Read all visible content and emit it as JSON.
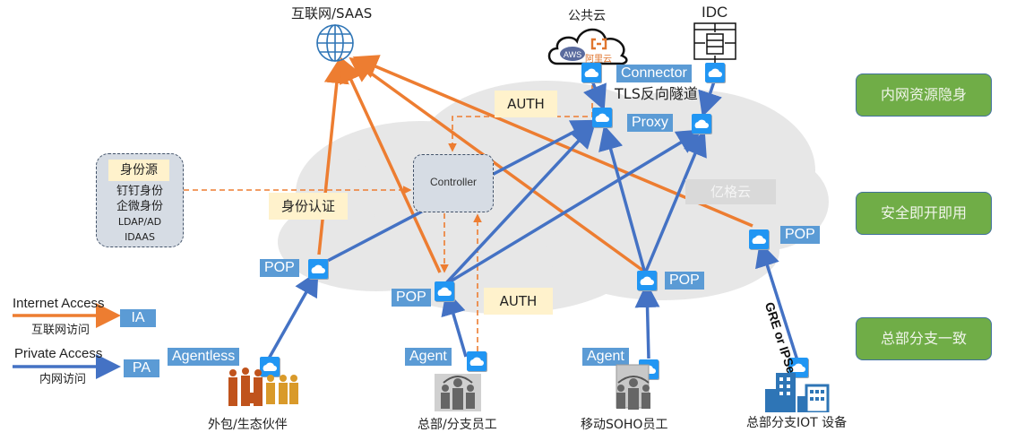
{
  "title": "SASE / ZTNA 网络架构图",
  "colors": {
    "internet_access": "#ed7d31",
    "private_access": "#4472c4",
    "label_blue": "#5b9bd5",
    "label_cream": "#fff2cc",
    "feature_green": "#70ad47",
    "cloud_gray": "#e7e7e7",
    "node_blue": "#2196f3"
  },
  "top": {
    "internet": {
      "label": "互联网/SAAS",
      "icon": "globe-icon"
    },
    "public_cloud": {
      "label": "公共云",
      "icon": "cloud-provider-icon",
      "aws": "AWS",
      "aliyun": "阿里云"
    },
    "idc": {
      "label": "IDC",
      "icon": "datacenter-icon"
    }
  },
  "connector": {
    "label": "Connector",
    "tunnel": "TLS反向隧道"
  },
  "proxy": {
    "label": "Proxy"
  },
  "auth_top": "AUTH",
  "auth_bottom": "AUTH",
  "identity_source": {
    "title": "身份源",
    "items": [
      "钉钉身份",
      "企微身份",
      "LDAP/AD",
      "IDAAS"
    ]
  },
  "identity_auth": "身份认证",
  "controller": "Controller",
  "cloud_name": "亿格云",
  "pops": [
    "POP",
    "POP",
    "POP",
    "POP"
  ],
  "tunnel_label": "GRE or IPSec",
  "legend": {
    "internet": {
      "title": "Internet Access",
      "subtitle": "互联网访问",
      "badge": "IA"
    },
    "private": {
      "title": "Private Access",
      "subtitle": "内网访问",
      "badge": "PA"
    }
  },
  "clients": [
    {
      "label": "外包/生态伙伴",
      "tag": "Agentless",
      "icon": "partners-icon"
    },
    {
      "label": "总部/分支员工",
      "tag": "Agent",
      "icon": "office-staff-icon"
    },
    {
      "label": "移动SOHO员工",
      "tag": "Agent",
      "icon": "soho-staff-icon"
    },
    {
      "label": "总部分支IOT 设备",
      "tag": "",
      "icon": "buildings-icon"
    }
  ],
  "features": [
    "内网资源隐身",
    "安全即开即用",
    "总部分支一致"
  ]
}
